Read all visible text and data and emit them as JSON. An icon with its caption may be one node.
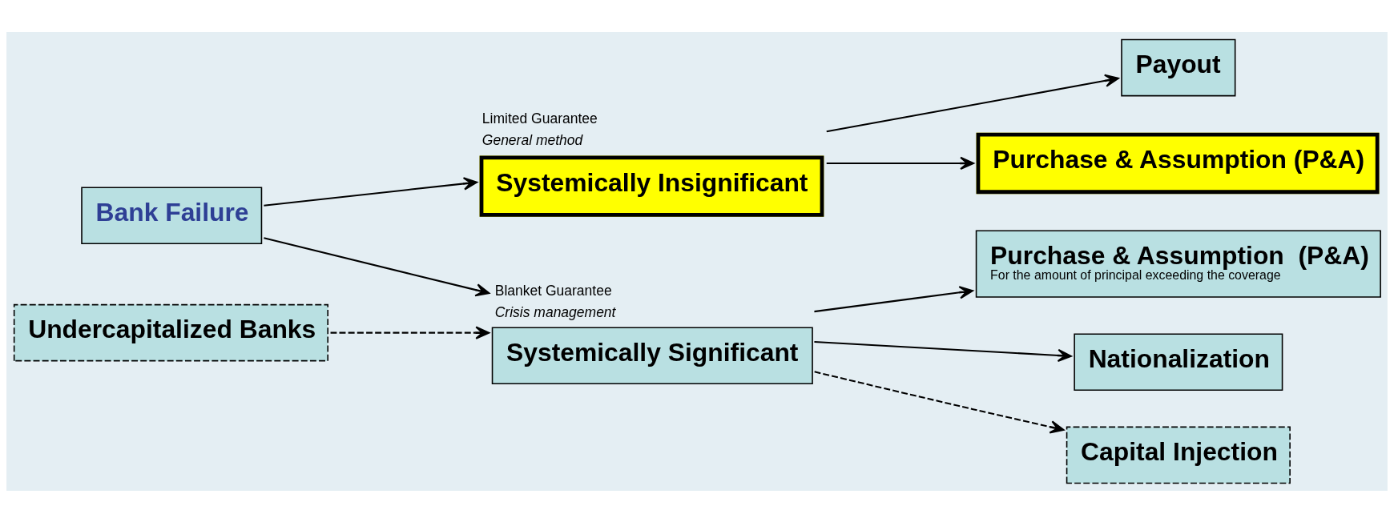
{
  "diagram": {
    "nodes": [
      {
        "text": [
          "Bank Failure"
        ]
      },
      {
        "text": [
          "Undercapitalized Banks"
        ]
      },
      {
        "text": [
          "Systemically Insignificant"
        ],
        "beside": [
          "Limited Guarantee",
          "General method"
        ]
      },
      {
        "text": [
          "Systemically Significant"
        ],
        "beside": [
          "Blanket Guarantee",
          "Crisis management"
        ]
      },
      {
        "text": [
          "Payout"
        ]
      },
      {
        "text": [
          "Purchase & Assumption (P&A)"
        ]
      },
      {
        "text": [
          "Purchase & Assumption  (P&A)",
          "For the amount of principal exceeding the coverage"
        ]
      },
      {
        "text": [
          "Nationalization"
        ]
      },
      {
        "text": [
          "Capital Injection"
        ]
      }
    ],
    "edges": [
      {
        "from": 0,
        "to": 2,
        "arrow": "to"
      },
      {
        "from": 0,
        "to": 3,
        "arrow": "to"
      },
      {
        "from": 1,
        "to": 3,
        "arrow": "to",
        "style": "dashed"
      },
      {
        "from": 2,
        "to": 4,
        "arrow": "to"
      },
      {
        "from": 2,
        "to": 5,
        "arrow": "to"
      },
      {
        "from": 3,
        "to": 6,
        "arrow": "to"
      },
      {
        "from": 3,
        "to": 7,
        "arrow": "to"
      },
      {
        "from": 3,
        "to": 8,
        "arrow": "to",
        "style": "dashed"
      }
    ]
  }
}
